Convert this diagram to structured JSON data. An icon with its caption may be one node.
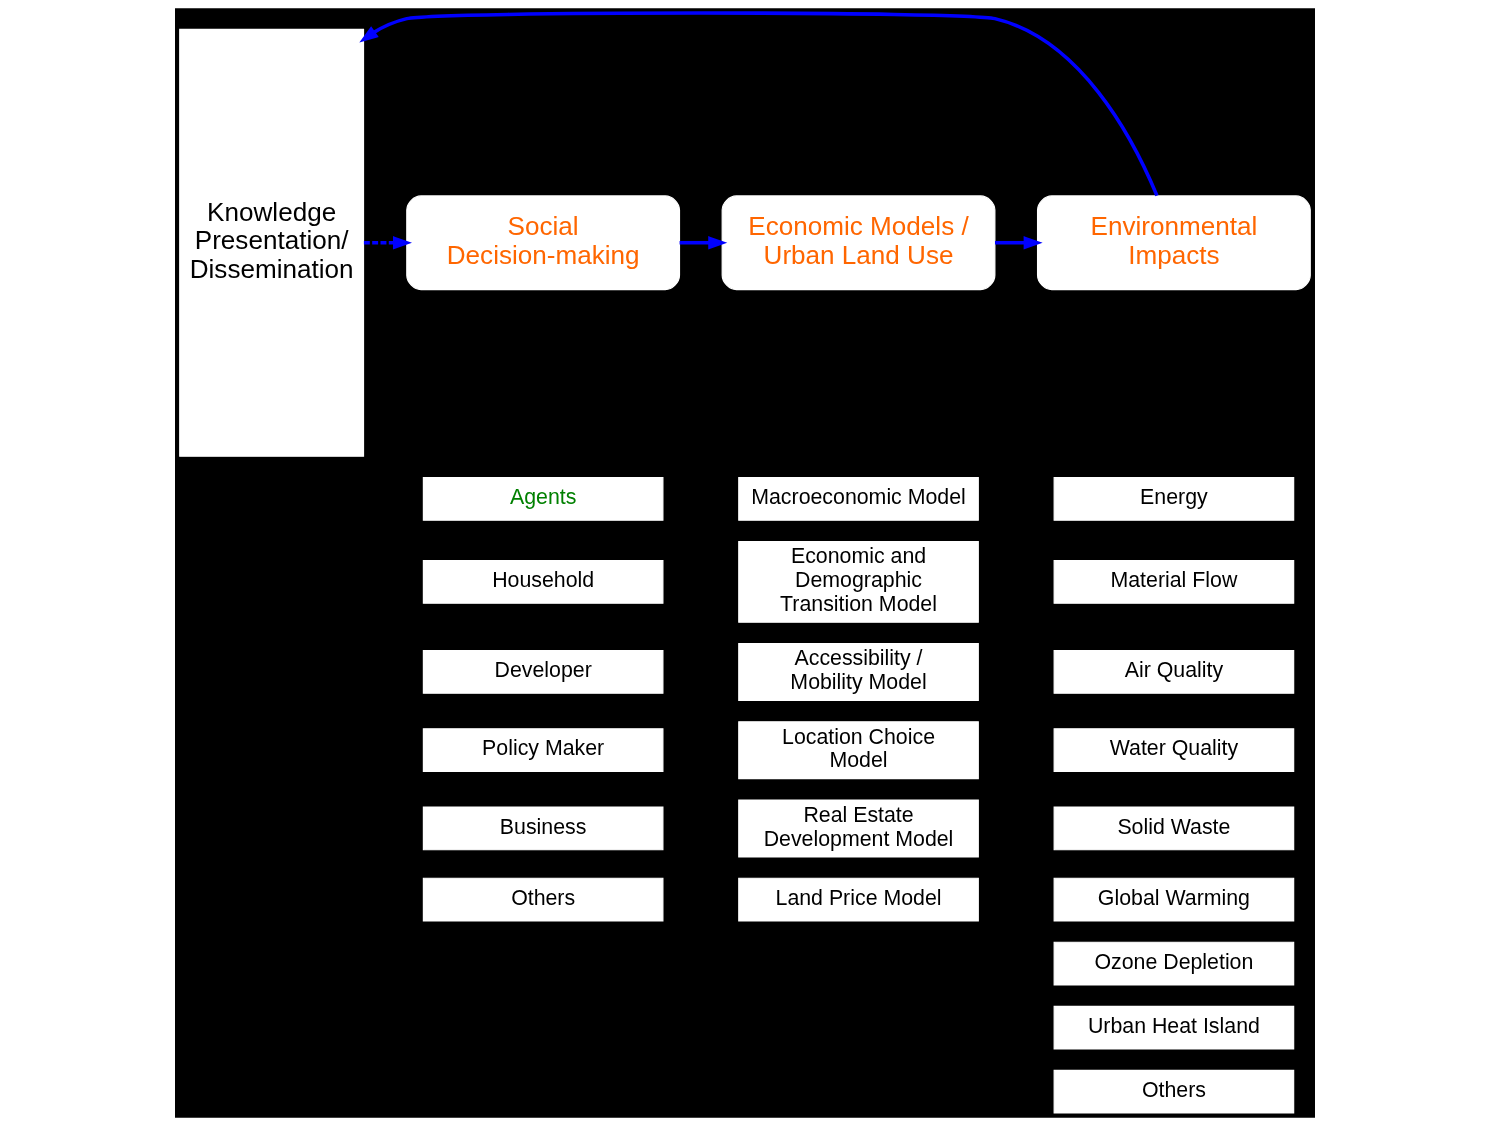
{
  "diagram": {
    "nodes": [
      {
        "text": [
          "Environmental Impacts"
        ]
      },
      {
        "text": [
          "Economic Models / Urban Land Use"
        ]
      },
      {
        "text": [
          "Social Decision-making"
        ]
      },
      {
        "text": [
          "Knowledge Presentation/ Dissemination"
        ]
      },
      {
        "text": [
          "Energy"
        ]
      },
      {
        "text": [
          "Material Flow"
        ]
      },
      {
        "text": [
          "Air Quality"
        ]
      },
      {
        "text": [
          "Water Quality"
        ]
      },
      {
        "text": [
          "Solid Waste"
        ]
      },
      {
        "text": [
          "Global Warming"
        ]
      },
      {
        "text": [
          "Ozone Depletion"
        ]
      },
      {
        "text": [
          "Urban Heat Island"
        ]
      },
      {
        "text": [
          "Others"
        ]
      },
      {
        "text": [
          "Macroeconomic Model"
        ]
      },
      {
        "text": [
          "Economic and Demographic Transition Model"
        ]
      },
      {
        "text": [
          "Accessibility / Mobility Model"
        ]
      },
      {
        "text": [
          "Location Choice Model"
        ]
      },
      {
        "text": [
          "Real Estate Development Model"
        ]
      },
      {
        "text": [
          "Land Price Model"
        ]
      },
      {
        "text": [
          "Agents"
        ]
      },
      {
        "text": [
          "Household"
        ]
      },
      {
        "text": [
          "Developer"
        ]
      },
      {
        "text": [
          "Policy Maker"
        ]
      },
      {
        "text": [
          "Business"
        ]
      },
      {
        "text": [
          "Others"
        ]
      }
    ],
    "edges": [
      {
        "from": 1,
        "to": 0,
        "arrow": "to"
      },
      {
        "from": 2,
        "to": 1,
        "arrow": "to"
      },
      {
        "from": 3,
        "to": 2,
        "arrow": "to",
        "style": "dashed"
      },
      {
        "from": 0,
        "to": 3,
        "arrow": "to"
      }
    ]
  }
}
